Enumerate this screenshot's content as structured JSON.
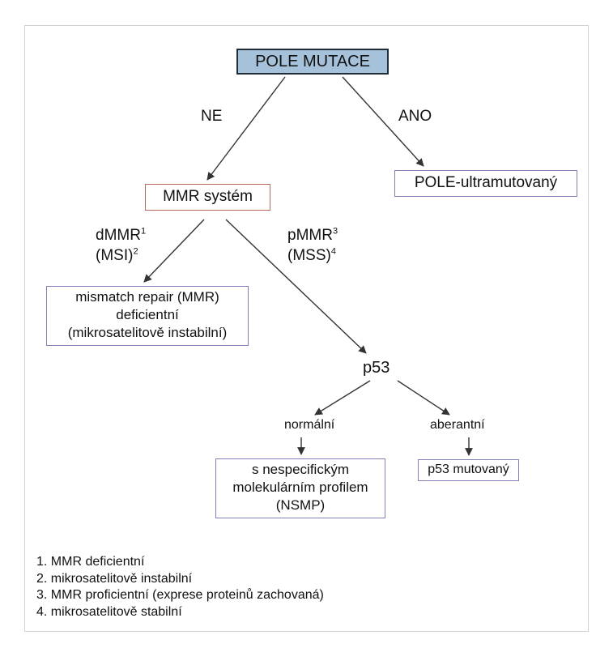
{
  "nodes": {
    "root": "POLE MUTACE",
    "mmr": "MMR systém",
    "pole": "POLE-ultramutovaný",
    "deficient": [
      "mismatch repair (MMR)",
      "deficientní",
      "(mikrosatelitově instabilní)"
    ],
    "p53": "p53",
    "nsmp": [
      "s nespecifickým",
      "molekulárním profilem",
      "(NSMP)"
    ],
    "p53_mutated": "p53 mutovaný"
  },
  "branch_labels": {
    "ne": "NE",
    "ano": "ANO",
    "dmmr": "dMMR",
    "dmmr_sup": "1",
    "msi": "(MSI)",
    "msi_sup": "2",
    "pmmr": "pMMR",
    "pmmr_sup": "3",
    "mss": "(MSS)",
    "mss_sup": "4",
    "normal": "normální",
    "aberant": "aberantní"
  },
  "footnotes": [
    "1. MMR deficientní",
    "2. mikrosatelitově instabilní",
    "3. MMR proficientní (exprese proteinů zachovaná)",
    "4. mikrosatelitově stabilní"
  ],
  "colors": {
    "root_fill": "#a6c2db",
    "root_border": "#222c38",
    "mmr_border": "#b86a5a",
    "box_border": "#8080ba",
    "arrow": "#333333"
  }
}
